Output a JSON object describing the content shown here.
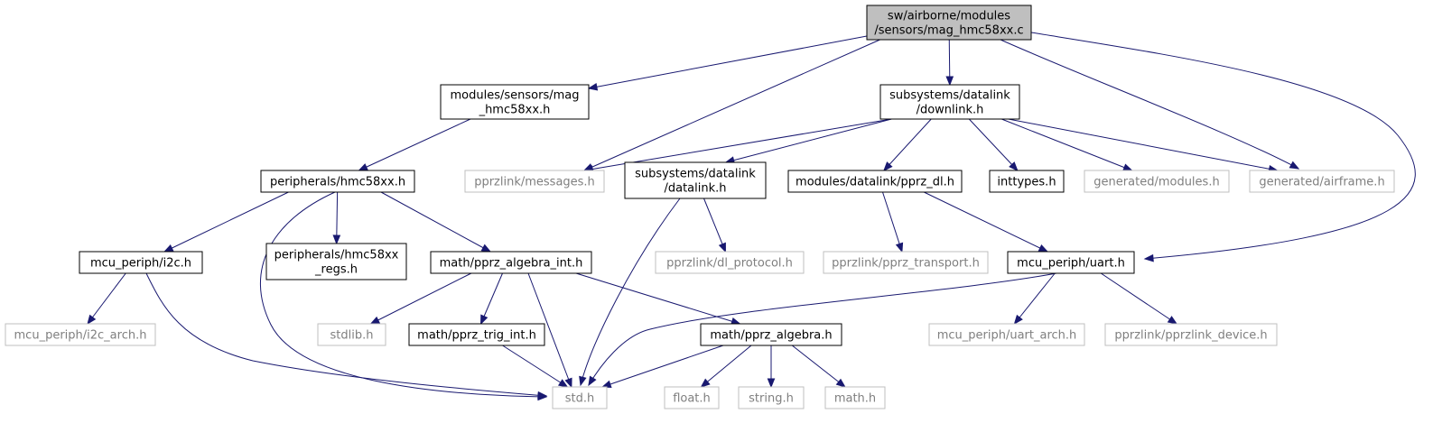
{
  "nodes": [
    {
      "id": "root",
      "lines": [
        "sw/airborne/modules",
        "/sensors/mag_hmc58xx.c"
      ],
      "kind": "root"
    },
    {
      "id": "mag_h",
      "lines": [
        "modules/sensors/mag",
        "_hmc58xx.h"
      ],
      "kind": "internal"
    },
    {
      "id": "downlink",
      "lines": [
        "subsystems/datalink",
        "/downlink.h"
      ],
      "kind": "internal"
    },
    {
      "id": "hmc58xx",
      "lines": [
        "peripherals/hmc58xx.h"
      ],
      "kind": "internal"
    },
    {
      "id": "messages",
      "lines": [
        "pprzlink/messages.h"
      ],
      "kind": "external"
    },
    {
      "id": "datalink",
      "lines": [
        "subsystems/datalink",
        "/datalink.h"
      ],
      "kind": "internal"
    },
    {
      "id": "pprz_dl",
      "lines": [
        "modules/datalink/pprz_dl.h"
      ],
      "kind": "internal"
    },
    {
      "id": "inttypes",
      "lines": [
        "inttypes.h"
      ],
      "kind": "internal"
    },
    {
      "id": "gen_modules",
      "lines": [
        "generated/modules.h"
      ],
      "kind": "external"
    },
    {
      "id": "gen_airframe",
      "lines": [
        "generated/airframe.h"
      ],
      "kind": "external"
    },
    {
      "id": "i2c",
      "lines": [
        "mcu_periph/i2c.h"
      ],
      "kind": "internal"
    },
    {
      "id": "hmc_regs",
      "lines": [
        "peripherals/hmc58xx",
        "_regs.h"
      ],
      "kind": "internal"
    },
    {
      "id": "alg_int",
      "lines": [
        "math/pprz_algebra_int.h"
      ],
      "kind": "internal"
    },
    {
      "id": "dl_protocol",
      "lines": [
        "pprzlink/dl_protocol.h"
      ],
      "kind": "external"
    },
    {
      "id": "pprz_transport",
      "lines": [
        "pprzlink/pprz_transport.h"
      ],
      "kind": "external"
    },
    {
      "id": "uart",
      "lines": [
        "mcu_periph/uart.h"
      ],
      "kind": "internal"
    },
    {
      "id": "i2c_arch",
      "lines": [
        "mcu_periph/i2c_arch.h"
      ],
      "kind": "external"
    },
    {
      "id": "stdlib",
      "lines": [
        "stdlib.h"
      ],
      "kind": "external"
    },
    {
      "id": "trig_int",
      "lines": [
        "math/pprz_trig_int.h"
      ],
      "kind": "internal"
    },
    {
      "id": "algebra",
      "lines": [
        "math/pprz_algebra.h"
      ],
      "kind": "internal"
    },
    {
      "id": "uart_arch",
      "lines": [
        "mcu_periph/uart_arch.h"
      ],
      "kind": "external"
    },
    {
      "id": "pprzlink_device",
      "lines": [
        "pprzlink/pprzlink_device.h"
      ],
      "kind": "external"
    },
    {
      "id": "std",
      "lines": [
        "std.h"
      ],
      "kind": "external"
    },
    {
      "id": "float",
      "lines": [
        "float.h"
      ],
      "kind": "external"
    },
    {
      "id": "string",
      "lines": [
        "string.h"
      ],
      "kind": "external"
    },
    {
      "id": "math",
      "lines": [
        "math.h"
      ],
      "kind": "external"
    }
  ],
  "edges": [
    [
      "root",
      "mag_h"
    ],
    [
      "root",
      "messages"
    ],
    [
      "root",
      "downlink"
    ],
    [
      "root",
      "gen_airframe"
    ],
    [
      "root",
      "uart"
    ],
    [
      "mag_h",
      "hmc58xx"
    ],
    [
      "hmc58xx",
      "i2c"
    ],
    [
      "hmc58xx",
      "hmc_regs"
    ],
    [
      "hmc58xx",
      "alg_int"
    ],
    [
      "hmc58xx",
      "std"
    ],
    [
      "downlink",
      "messages"
    ],
    [
      "downlink",
      "datalink"
    ],
    [
      "downlink",
      "pprz_dl"
    ],
    [
      "downlink",
      "inttypes"
    ],
    [
      "downlink",
      "gen_modules"
    ],
    [
      "downlink",
      "gen_airframe"
    ],
    [
      "datalink",
      "dl_protocol"
    ],
    [
      "datalink",
      "std"
    ],
    [
      "pprz_dl",
      "pprz_transport"
    ],
    [
      "pprz_dl",
      "uart"
    ],
    [
      "i2c",
      "i2c_arch"
    ],
    [
      "i2c",
      "std"
    ],
    [
      "alg_int",
      "stdlib"
    ],
    [
      "alg_int",
      "trig_int"
    ],
    [
      "alg_int",
      "std"
    ],
    [
      "alg_int",
      "algebra"
    ],
    [
      "trig_int",
      "std"
    ],
    [
      "algebra",
      "std"
    ],
    [
      "algebra",
      "float"
    ],
    [
      "algebra",
      "string"
    ],
    [
      "algebra",
      "math"
    ],
    [
      "uart",
      "std"
    ],
    [
      "uart",
      "uart_arch"
    ],
    [
      "uart",
      "pprzlink_device"
    ]
  ]
}
